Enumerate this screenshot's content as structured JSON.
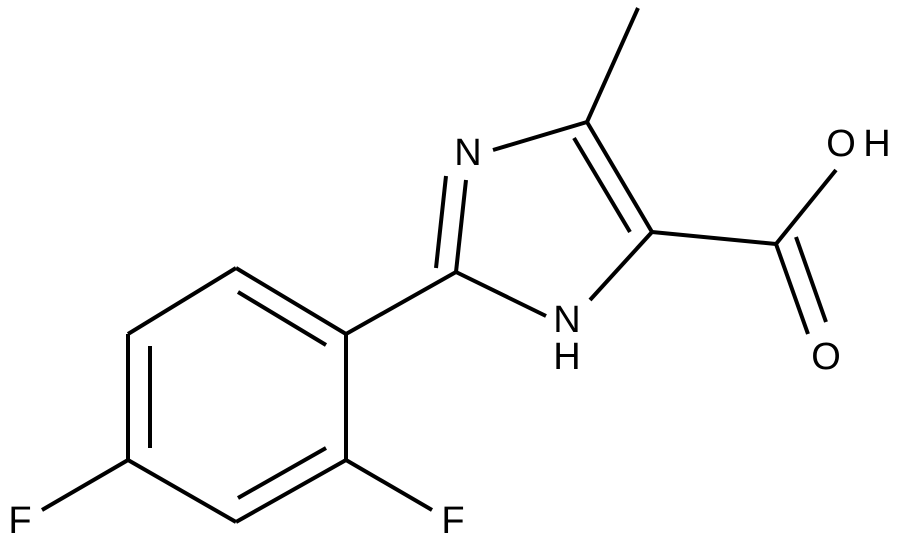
{
  "molecule": {
    "atoms": {
      "n3": "N",
      "n1": "N",
      "n1_h": "H",
      "oh_o": "O",
      "oh_h": "H",
      "carbonyl_o": "O",
      "f_ortho": "F",
      "f_para": "F"
    },
    "colors": {
      "bond": "#000000",
      "label": "#000000",
      "background": "#ffffff"
    }
  }
}
